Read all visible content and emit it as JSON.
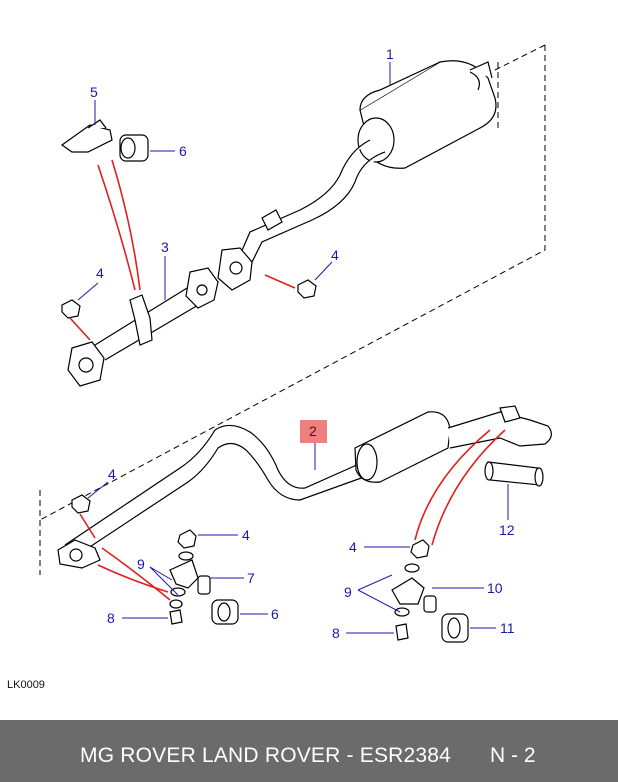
{
  "diagram": {
    "code": "LK0009",
    "callouts": {
      "c1": "1",
      "c2": "2",
      "c3": "3",
      "c4a": "4",
      "c4b": "4",
      "c4c": "4",
      "c4d": "4",
      "c4e": "4",
      "c5": "5",
      "c6a": "6",
      "c6b": "6",
      "c7": "7",
      "c8a": "8",
      "c8b": "8",
      "c9a": "9",
      "c9b": "9",
      "c10": "10",
      "c11": "11",
      "c12": "12"
    },
    "colors": {
      "callout_text": "#1a1aa8",
      "leader_line": "#1a1aa8",
      "highlight_box": "#f08080",
      "red_guide": "#e02020",
      "footer_bg": "#6b6b6b"
    }
  },
  "footer": {
    "title": "MG ROVER LAND ROVER - ESR2384",
    "page": "N - 2"
  }
}
